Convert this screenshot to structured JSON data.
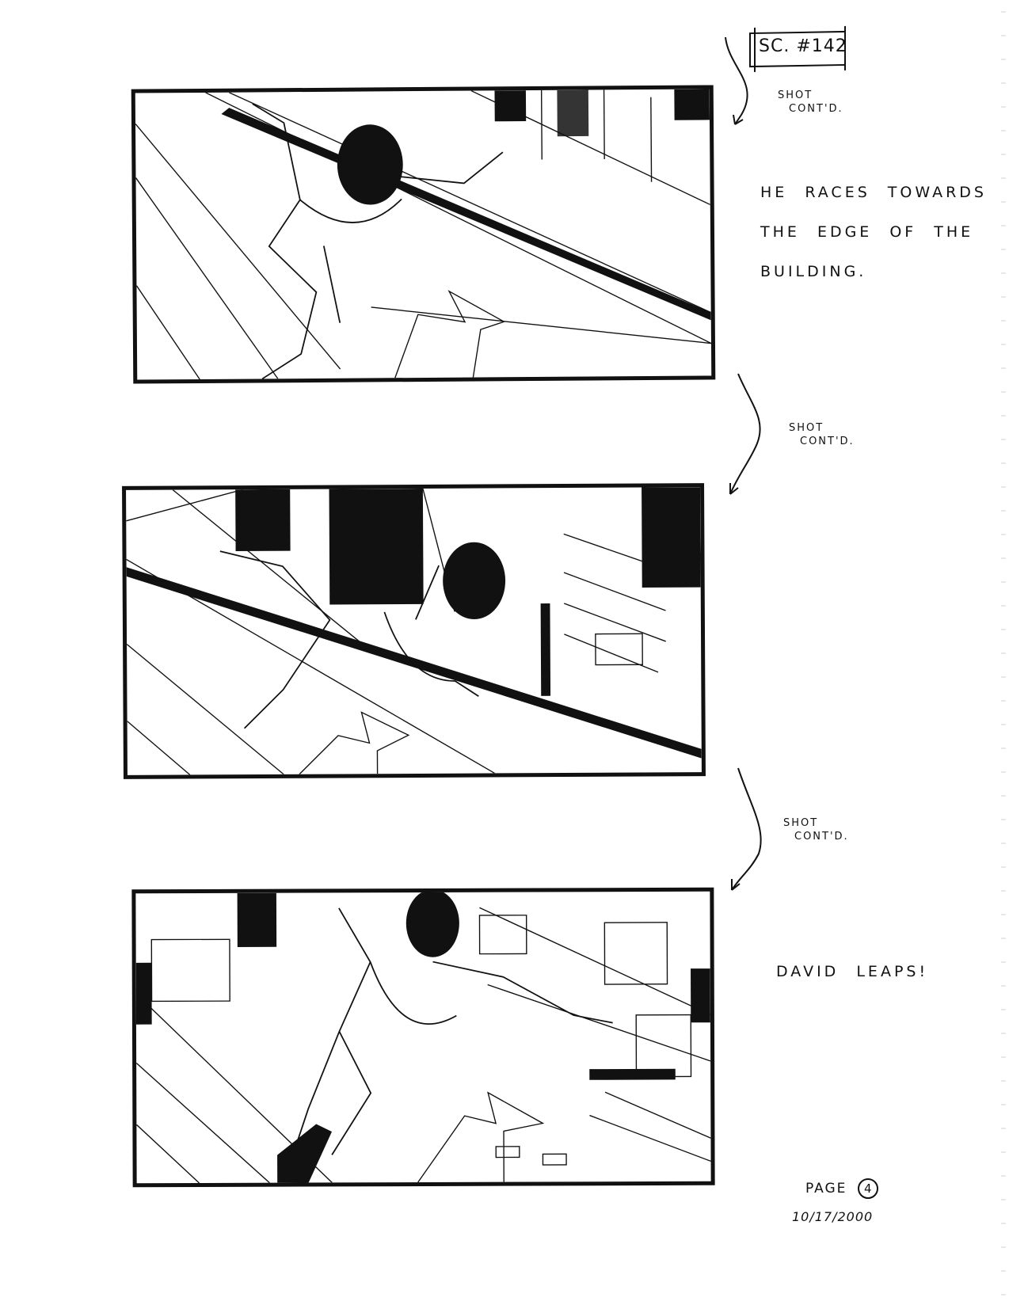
{
  "storyboard": {
    "scene_label": "SC. #142",
    "page_label": "PAGE",
    "page_number": "4",
    "date": "10/17/2000",
    "panels": [
      {
        "index": 1,
        "transition_note": [
          "SHOT",
          "CONT'D."
        ],
        "description": [
          "HE RACES TOWARDS",
          "THE EDGE OF THE",
          "BUILDING."
        ],
        "depiction": "Overhead view of man running across rooftop toward building edge, arms outstretched; movement arrow pointing up"
      },
      {
        "index": 2,
        "transition_note": [
          "SHOT",
          "CONT'D."
        ],
        "description": [],
        "depiction": "Overhead view of man reaching building ledge, city street far below; movement arrow"
      },
      {
        "index": 3,
        "transition_note": [
          "SHOT",
          "CONT'D."
        ],
        "description": [
          "DAVID LEAPS!"
        ],
        "depiction": "Overhead view of man leaping off building edge with street and cars far below"
      }
    ]
  }
}
